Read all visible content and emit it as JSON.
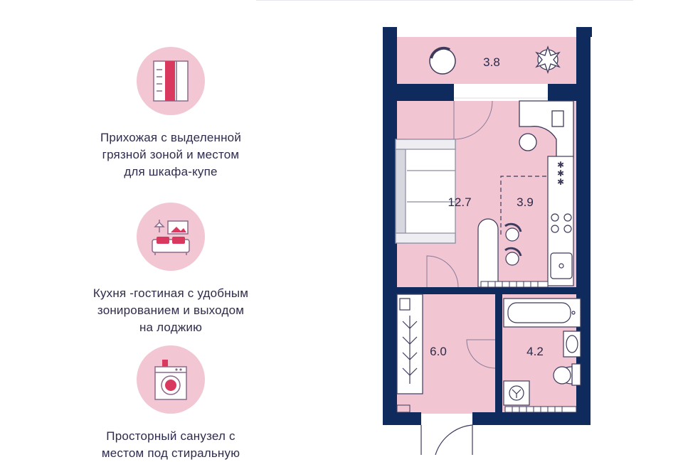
{
  "features": [
    {
      "icon": "wardrobe-icon",
      "lines": [
        "Прихожая с выделенной",
        "грязной зоной  и местом",
        "для шкафа-купе"
      ]
    },
    {
      "icon": "sofa-icon",
      "lines": [
        "Кухня -гостиная с удобным",
        "зонированием и выходом",
        "на лоджию"
      ]
    },
    {
      "icon": "washing-machine-icon",
      "lines": [
        "Просторный санузел с",
        "местом под стиральную"
      ]
    }
  ],
  "rooms": {
    "loggia": "3.8",
    "living": "12.7",
    "kitchen": "3.9",
    "hall": "6.0",
    "bathroom": "4.2"
  },
  "colors": {
    "wall": "#0f2a5c",
    "floor": "#f1c5d2",
    "accent": "#d9395f",
    "text": "#2c2a4a"
  }
}
